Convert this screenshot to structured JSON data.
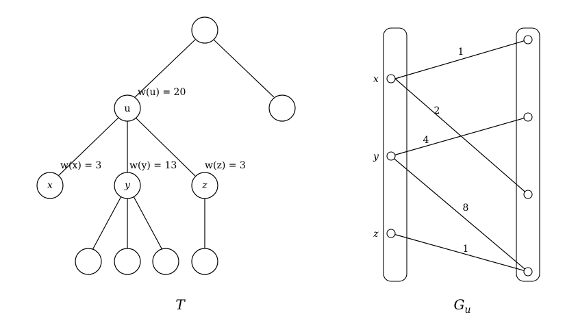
{
  "tree": {
    "caption": "T",
    "nodes": {
      "u": "u",
      "x": "x",
      "y": "y",
      "z": "z"
    },
    "weights": {
      "u": "w(u) = 20",
      "x": "w(x) = 3",
      "y": "w(y) = 13",
      "z": "w(z) = 3"
    }
  },
  "graph": {
    "caption": "G",
    "caption_sub": "u",
    "left_labels": [
      "x",
      "y",
      "z"
    ],
    "edge_weights": [
      "1",
      "2",
      "4",
      "8",
      "1"
    ]
  }
}
